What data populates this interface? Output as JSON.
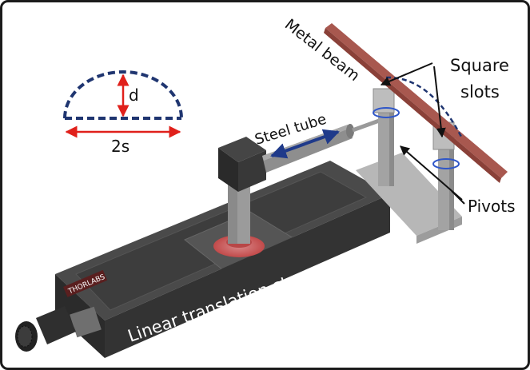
{
  "labels": {
    "metal_beam": "Metal beam",
    "square_slots_line1": "Square",
    "square_slots_line2": "slots",
    "steel_tube": "Steel tube",
    "pivots": "Pivots",
    "stage": "Linear translation stage",
    "brand": "THORLABS"
  },
  "inset": {
    "height_label": "d",
    "width_label": "2s"
  },
  "colors": {
    "stage_dark": "#3a3a3a",
    "beam": "#a8584f",
    "arc_dashed": "#1f3570",
    "arrow_red": "#e0201b",
    "tube_arrow": "#1f3a8a",
    "ring_blue": "#2f56c8",
    "pivot_gray": "#a3a3a3"
  }
}
